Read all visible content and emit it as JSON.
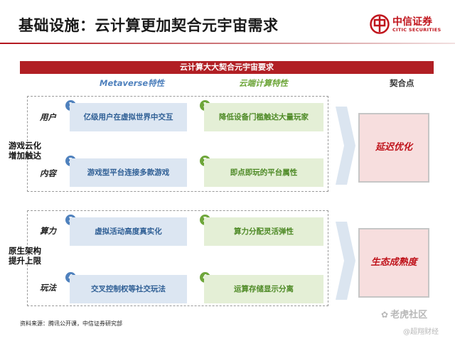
{
  "header": {
    "title": "基础设施：云计算更加契合元宇宙需求",
    "logo_cn": "中信证券",
    "logo_en": "CITIC SECURITIES"
  },
  "banner": "云计算大大契合元宇宙要求",
  "columns": {
    "metaverse": "Metaverse特性",
    "cloud": "云端计算特性",
    "fit": "契合点"
  },
  "groups": [
    {
      "label": "游戏云化增加触达",
      "fit": "延迟优化",
      "rows": [
        {
          "label": "用户",
          "meta_num": "1",
          "meta": "亿级用户在虚拟世界中交互",
          "cloud_num": "1",
          "cloud": "降低设备门槛触达大量玩家"
        },
        {
          "label": "内容",
          "meta_num": "2",
          "meta": "游戏型平台连接多款游戏",
          "cloud_num": "2",
          "cloud": "即点即玩的平台属性"
        }
      ]
    },
    {
      "label": "原生架构提升上限",
      "fit": "生态成熟度",
      "rows": [
        {
          "label": "算力",
          "meta_num": "3",
          "meta": "虚拟活动高度真实化",
          "cloud_num": "3",
          "cloud": "算力分配灵活弹性"
        },
        {
          "label": "玩法",
          "meta_num": "4",
          "meta": "交叉控制权等社交玩法",
          "cloud_num": "4",
          "cloud": "运算存储显示分离"
        }
      ]
    }
  ],
  "source": "资料来源：腾讯公开课，中信证券研究部",
  "watermark": {
    "brand": "老虎社区",
    "handle": "@超翔财经"
  },
  "colors": {
    "accent_red": "#b11f24",
    "meta_blue": "#4f81bd",
    "cloud_green": "#6ea63a"
  }
}
